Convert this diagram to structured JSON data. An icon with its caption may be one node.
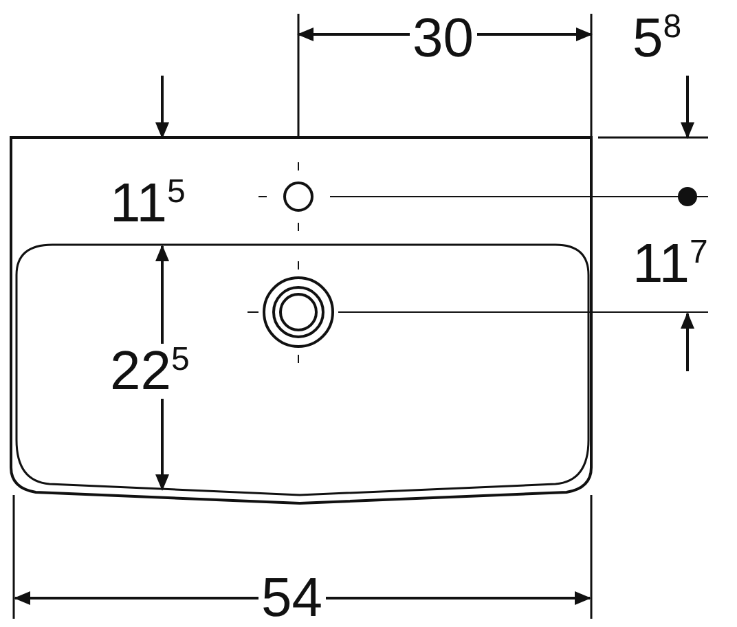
{
  "diagram": {
    "labels": [
      "30",
      "5$^{8}$",
      "11$^{5}$",
      "11$^{7}$",
      "22$^{5}$",
      "54"
    ]
  }
}
